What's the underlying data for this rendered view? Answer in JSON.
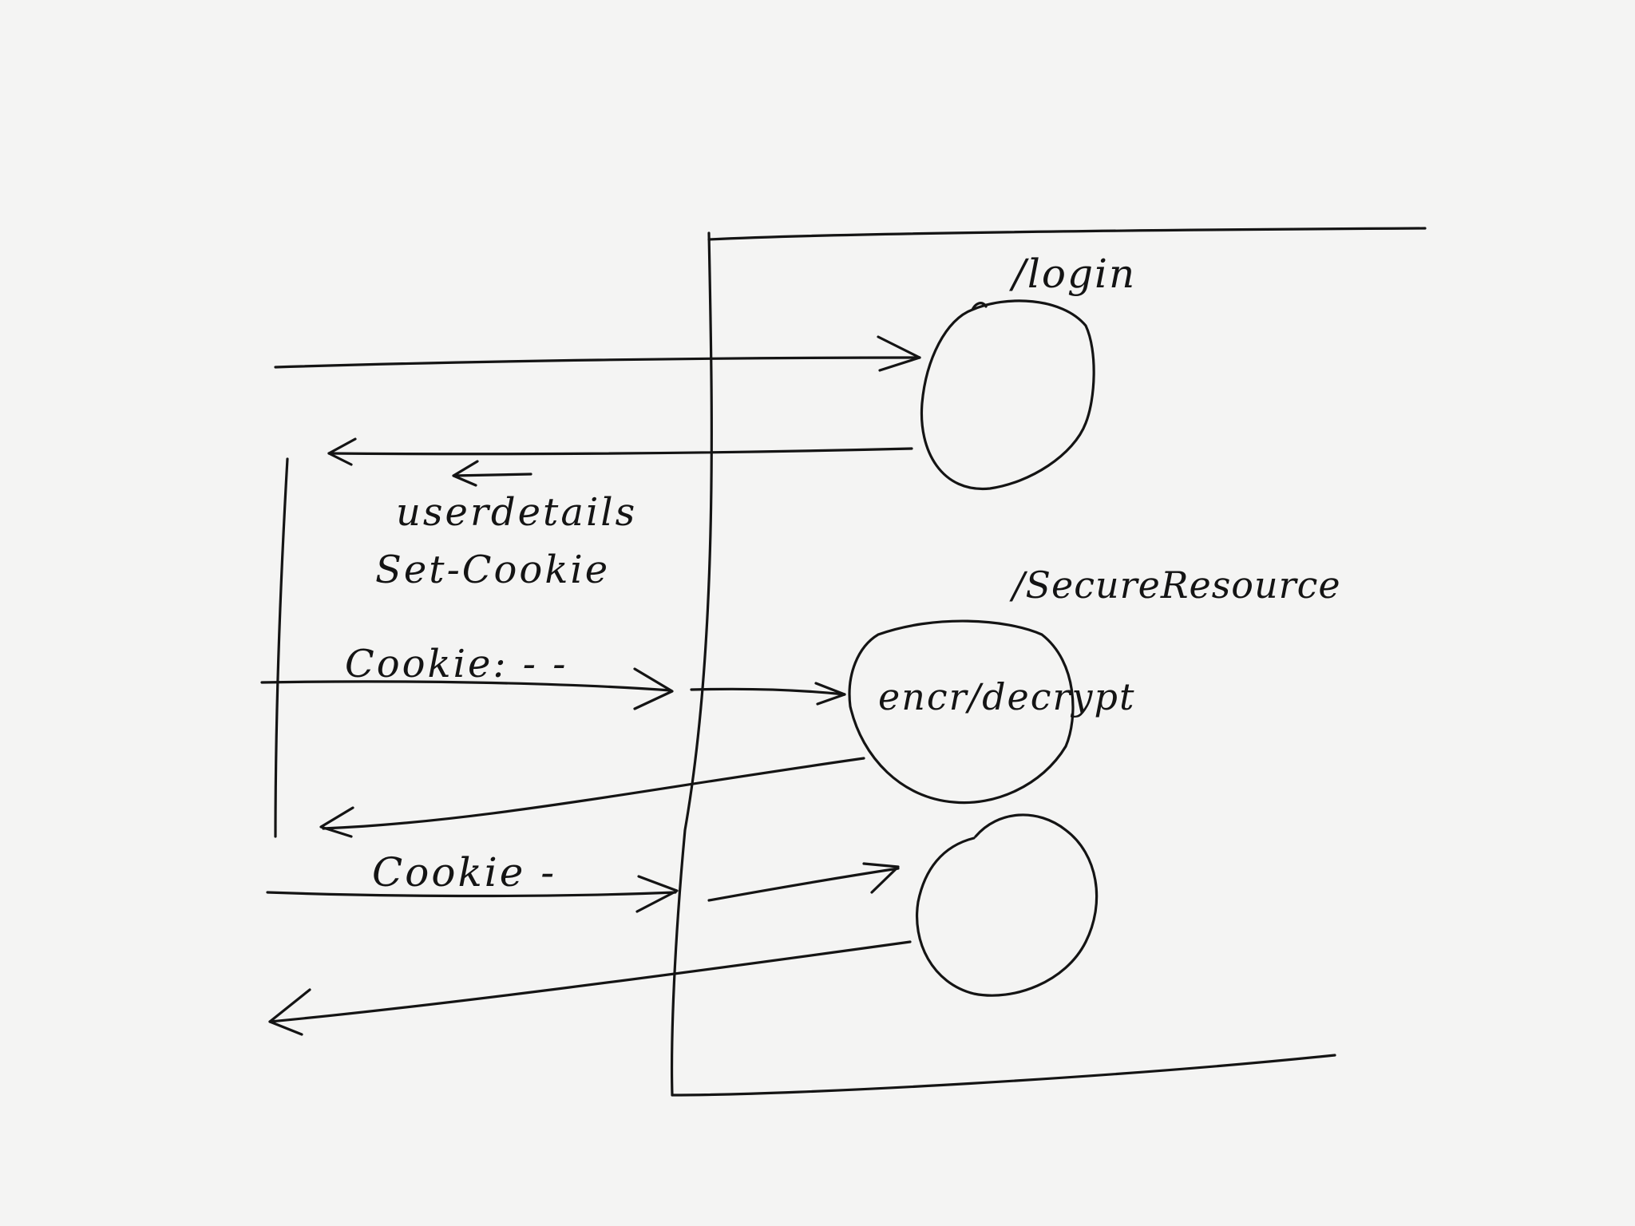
{
  "diagram": {
    "ink_color": "#141414",
    "background_color": "#f4f4f3",
    "labels": {
      "login": "/login",
      "secure_resource": "/SecureResource",
      "user_details": "userdetails",
      "set_cookie": "Set-Cookie",
      "cookie_request_1": "Cookie: - -",
      "encr_decrypt": "encr/decrypt",
      "cookie_request_2": "Cookie -"
    }
  }
}
